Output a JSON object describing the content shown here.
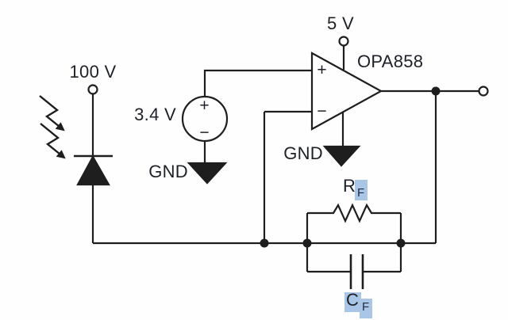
{
  "photodiode": {
    "supply_label": "100 V"
  },
  "bias_source": {
    "label": "3.4 V",
    "plus": "+",
    "minus": "−",
    "gnd_label": "GND"
  },
  "opamp": {
    "part_number": "OPA858",
    "supply_label": "5 V",
    "noninverting_input": "+",
    "inverting_input": "−",
    "gnd_label": "GND"
  },
  "feedback": {
    "resistor": {
      "name": "R",
      "subscript": "F"
    },
    "capacitor": {
      "name": "C",
      "subscript": "F"
    }
  },
  "colors": {
    "wire": "#1e1e1e",
    "text": "#1d2026",
    "subscript_highlight": "#a9c6e6",
    "background": "#fefefe"
  }
}
